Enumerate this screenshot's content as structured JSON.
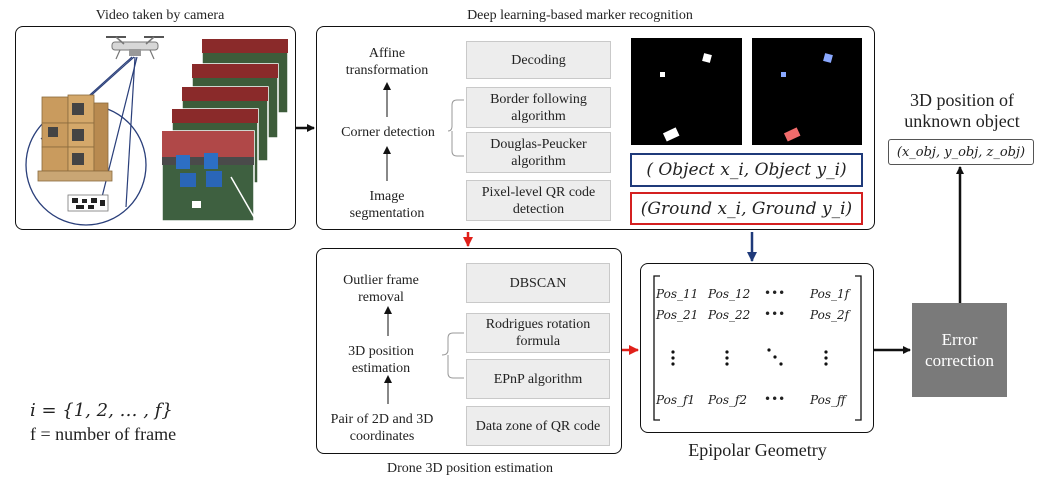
{
  "titles": {
    "video": "Video taken by camera",
    "deep_learning": "Deep learning-based marker recognition",
    "drone_position": "Drone 3D position estimation",
    "epipolar": "Epipolar Geometry",
    "unknown_object": "3D position of unknown object"
  },
  "deep_learning": {
    "steps": [
      "Affine transformation",
      "Corner detection",
      "Image segmentation"
    ],
    "methods": [
      "Decoding",
      "Border following algorithm",
      "Douglas-Peucker algorithm",
      "Pixel-level QR code detection"
    ],
    "object_coord": "( Object x_i, Object y_i)",
    "ground_coord": "(Ground x_i, Ground y_i)"
  },
  "drone": {
    "steps": [
      "Outlier frame removal",
      "3D position estimation",
      "Pair of 2D and 3D coordinates"
    ],
    "methods": [
      "DBSCAN",
      "Rodrigues rotation formula",
      "EPnP algorithm",
      "Data zone of QR code"
    ]
  },
  "matrix": {
    "r1": [
      "Pos_11",
      "Pos_12",
      "•••",
      "Pos_1f"
    ],
    "r2": [
      "Pos_21",
      "Pos_22",
      "•••",
      "Pos_2f"
    ],
    "r4": [
      "Pos_f1",
      "Pos_f2",
      "•••",
      "Pos_ff"
    ]
  },
  "error_correction": "Error correction",
  "object_output": "(x_obj, y_obj, z_obj)",
  "legend": {
    "line1": "i = {1, 2, … , f}",
    "line2": "f = number of frame"
  },
  "colors": {
    "blue_arrow": "#1f3a7a",
    "red_arrow": "#e0201a",
    "object_border": "#1f3a7a",
    "ground_border": "#d42020",
    "error_box": "#7a7a7a",
    "method_box": "#ededed"
  }
}
